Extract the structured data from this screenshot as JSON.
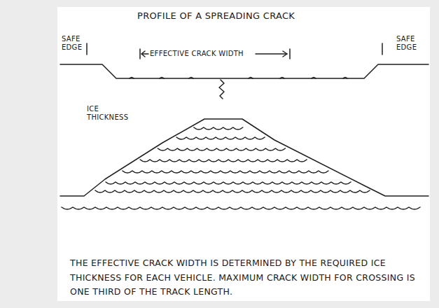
{
  "diagram": {
    "title": "PROFILE OF A SPREADING CRACK",
    "labels": [
      "SAFE EDGE",
      "EFFECTIVE CRACK WIDTH",
      "SAFE EDGE",
      "ICE THICKNESS"
    ],
    "caption": "THE EFFECTIVE CRACK WIDTH IS DETERMINED BY THE REQUIRED ICE THICKNESS FOR EACH VEHICLE. MAXIMUM CRACK WIDTH FOR CROSSING IS ONE THIRD OF THE TRACK LENGTH."
  }
}
